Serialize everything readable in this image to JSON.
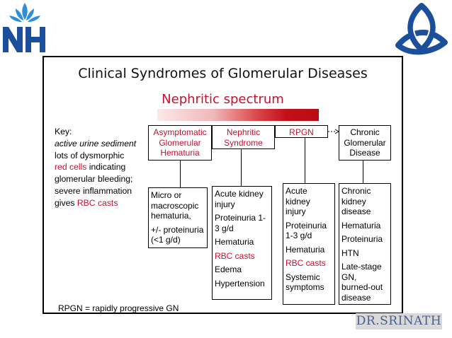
{
  "slide": {
    "title": "Clinical Syndromes of Glomerular Diseases",
    "spectrum_label": "Nephritic spectrum",
    "key": {
      "heading": "Key:",
      "italic_text": "active urine sediment",
      "line_a": "lots of dysmorphic",
      "red_cells": "red cells",
      "line_b": "indicating",
      "line_c": "glomerular bleeding;",
      "line_d": "severe inflammation",
      "gives": "gives",
      "rbc_casts": "RBC casts"
    },
    "columns": [
      {
        "header": "Asymptomatic Glomerular Hematuria",
        "header_color": "red",
        "details": [
          {
            "text": "Micro or macroscopic hematuria,",
            "red": false
          },
          {
            "text": "+/- proteinuria (<1 g/d)",
            "red": false
          }
        ]
      },
      {
        "header": "Nephritic Syndrome",
        "header_color": "red",
        "details": [
          {
            "text": "Acute kidney injury",
            "red": false
          },
          {
            "text": "Proteinuria 1-3 g/d",
            "red": false
          },
          {
            "text": "Hematuria",
            "red": false
          },
          {
            "text": "RBC casts",
            "red": true
          },
          {
            "text": "Edema",
            "red": false
          },
          {
            "text": "Hypertension",
            "red": false
          }
        ]
      },
      {
        "header": "RPGN",
        "header_color": "red",
        "details": [
          {
            "text": "Acute kidney injury",
            "red": false
          },
          {
            "text": "Proteinuria 1-3 g/d",
            "red": false
          },
          {
            "text": "Hematuria",
            "red": false
          },
          {
            "text": "RBC casts",
            "red": true
          },
          {
            "text": "Systemic symptoms",
            "red": false
          }
        ]
      },
      {
        "header": "Chronic Glomerular Disease",
        "header_color": "black",
        "details": [
          {
            "text": "Chronic kidney disease",
            "red": false
          },
          {
            "text": "Hematuria",
            "red": false
          },
          {
            "text": "Proteinuria",
            "red": false
          },
          {
            "text": "HTN",
            "red": false
          },
          {
            "text": "Late-stage GN, burned-out disease",
            "red": false
          }
        ]
      }
    ],
    "footnote": "RPGN = rapidly progressive GN"
  },
  "branding": {
    "left_logo": "NH",
    "right_logo": "trinity-knot-logo",
    "watermark": "DR.SRINATH"
  },
  "colors": {
    "accent_red": "#c8102e",
    "logo_blue": "#1b4f9c",
    "watermark_text": "#4a5e8c"
  }
}
